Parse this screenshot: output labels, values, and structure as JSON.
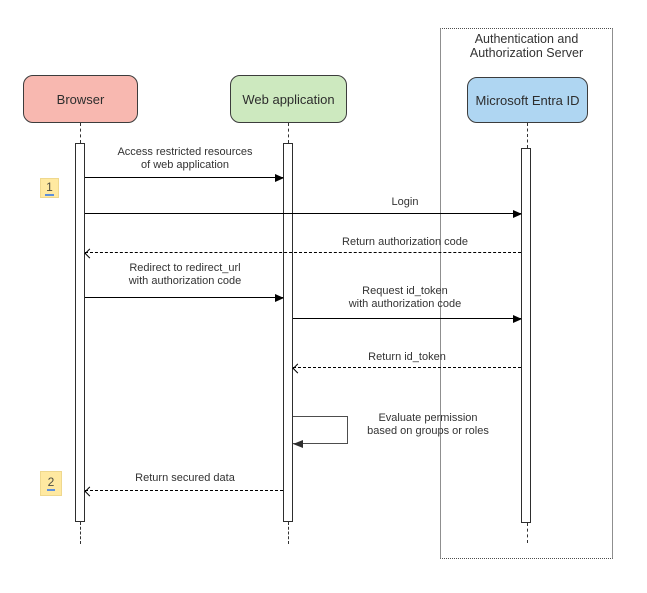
{
  "server_group": {
    "title_line1": "Authentication and",
    "title_line2": "Authorization Server"
  },
  "actors": {
    "browser": {
      "label": "Browser"
    },
    "web_app": {
      "label": "Web application"
    },
    "entra": {
      "label": "Microsoft Entra ID"
    }
  },
  "messages": {
    "access_restricted": {
      "line1": "Access restricted resources",
      "line2": "of web application"
    },
    "login": {
      "text": "Login"
    },
    "return_auth_code": {
      "text": "Return authorization code"
    },
    "redirect": {
      "line1": "Redirect to redirect_url",
      "line2": "with authorization code"
    },
    "request_id_token": {
      "line1": "Request id_token",
      "line2": "with authorization code"
    },
    "return_id_token": {
      "text": "Return id_token"
    },
    "evaluate_permission": {
      "line1": "Evaluate permission",
      "line2": "based on groups or roles"
    },
    "return_secured_data": {
      "text": "Return secured data"
    }
  },
  "step_badges": {
    "step1": "1",
    "step2": "2"
  },
  "colors": {
    "browser_fill": "#F8B8B0",
    "web_app_fill": "#CDE9BF",
    "entra_fill": "#AFD6F2",
    "badge_fill": "#FFE9A1",
    "badge_underline": "#5D8FDC"
  }
}
